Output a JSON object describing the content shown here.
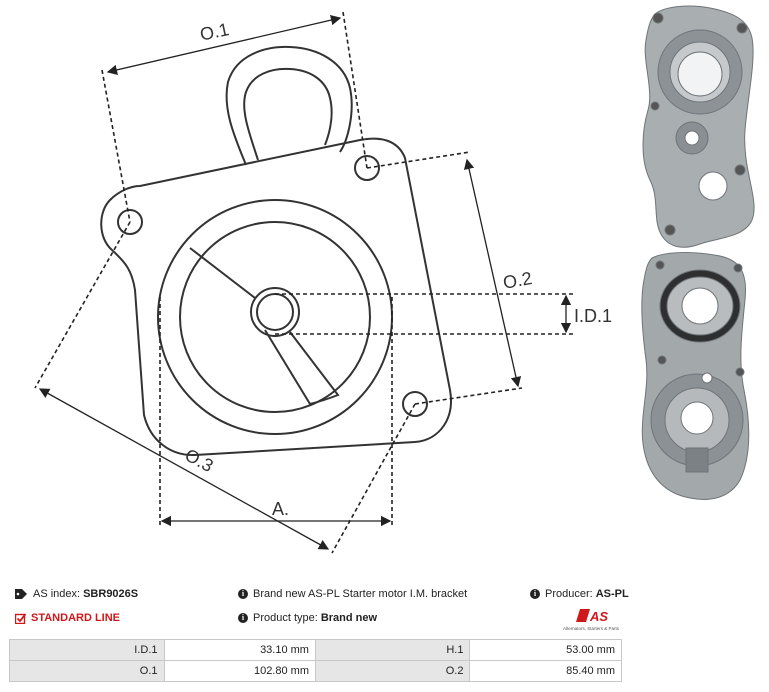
{
  "dimension_labels": {
    "o1": "O.1",
    "o2": "O.2",
    "o3": "O.3",
    "id1": "I.D.1",
    "a": "A."
  },
  "info": {
    "as_index_label": "AS index:",
    "as_index_value": "SBR9026S",
    "description": "Brand new AS-PL Starter motor I.M. bracket",
    "producer_label": "Producer:",
    "producer_value": "AS-PL",
    "standard_line": "STANDARD LINE",
    "product_type_label": "Product type:",
    "product_type_value": "Brand new"
  },
  "logo": {
    "mark": "AS",
    "tagline": "Alternators, Starters & Parts"
  },
  "specs": [
    {
      "l1": "I.D.1",
      "v1": "33.10 mm",
      "l2": "H.1",
      "v2": "53.00 mm"
    },
    {
      "l1": "O.1",
      "v1": "102.80 mm",
      "l2": "O.2",
      "v2": "85.40 mm"
    }
  ],
  "colors": {
    "accent_red": "#d0181b",
    "line": "#333333",
    "table_label_bg": "#e6e6e6"
  },
  "icons": [
    "tag-icon",
    "info-icon",
    "check-square-icon"
  ]
}
